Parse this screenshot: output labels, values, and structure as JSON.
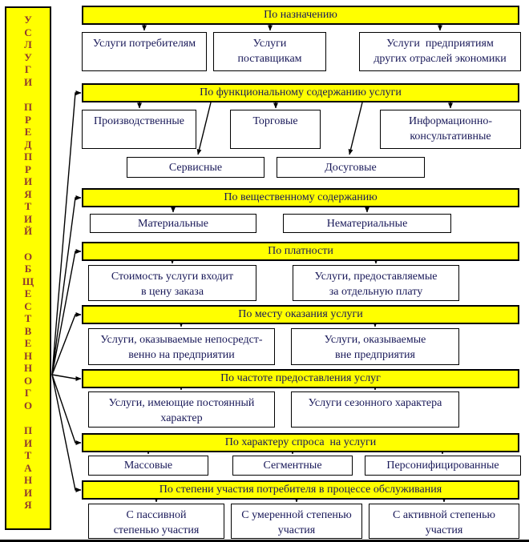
{
  "title_bar": {
    "words": [
      "УСЛУГИ",
      "ПРЕДПРИЯТИЙ",
      "ОБЩЕСТВЕННОГО",
      "ПИТАНИЯ"
    ]
  },
  "colors": {
    "highlight_yellow": "#ffff00",
    "title_letters": "#8f3a2d",
    "diagram_text": "#181858",
    "line_black": "#000000"
  },
  "sections": [
    {
      "header": "По назначению",
      "boxes": [
        "Услуги потребителям",
        "Услуги\nпоставщикам",
        "Услуги  предприятиям\nдругих отраслей экономики"
      ]
    },
    {
      "header": "По функциональному содержанию услуги",
      "boxes": [
        "Производственные",
        "Торговые",
        "Информационно-\nконсультативные"
      ],
      "boxes_row2": [
        "Сервисные",
        "Досуговые"
      ]
    },
    {
      "header": "По вещественному содержанию",
      "boxes": [
        "Материальные",
        "Нематериальные"
      ]
    },
    {
      "header": "По платности",
      "boxes": [
        "Стоимость услуги входит\nв цену заказа",
        "Услуги, предоставляемые\nза отдельную плату"
      ]
    },
    {
      "header": "По месту оказания услуги",
      "boxes": [
        "Услуги, оказываемые непосредст-\nвенно на предприятии",
        "Услуги, оказываемые\nвне предприятия"
      ]
    },
    {
      "header": "По частоте предоставления услуг",
      "boxes": [
        "Услуги, имеющие постоянный\nхарактер",
        "Услуги сезонного характера"
      ]
    },
    {
      "header": "По характеру спроса  на услуги",
      "boxes": [
        "Массовые",
        "Сегментные",
        "Персонифицированные"
      ]
    },
    {
      "header": "По степени участия потребителя в процессе обслуживания",
      "boxes": [
        "С пассивной\nстепенью участия",
        "С умеренной степенью\nучастия",
        "С активной степенью\nучастия"
      ]
    }
  ]
}
